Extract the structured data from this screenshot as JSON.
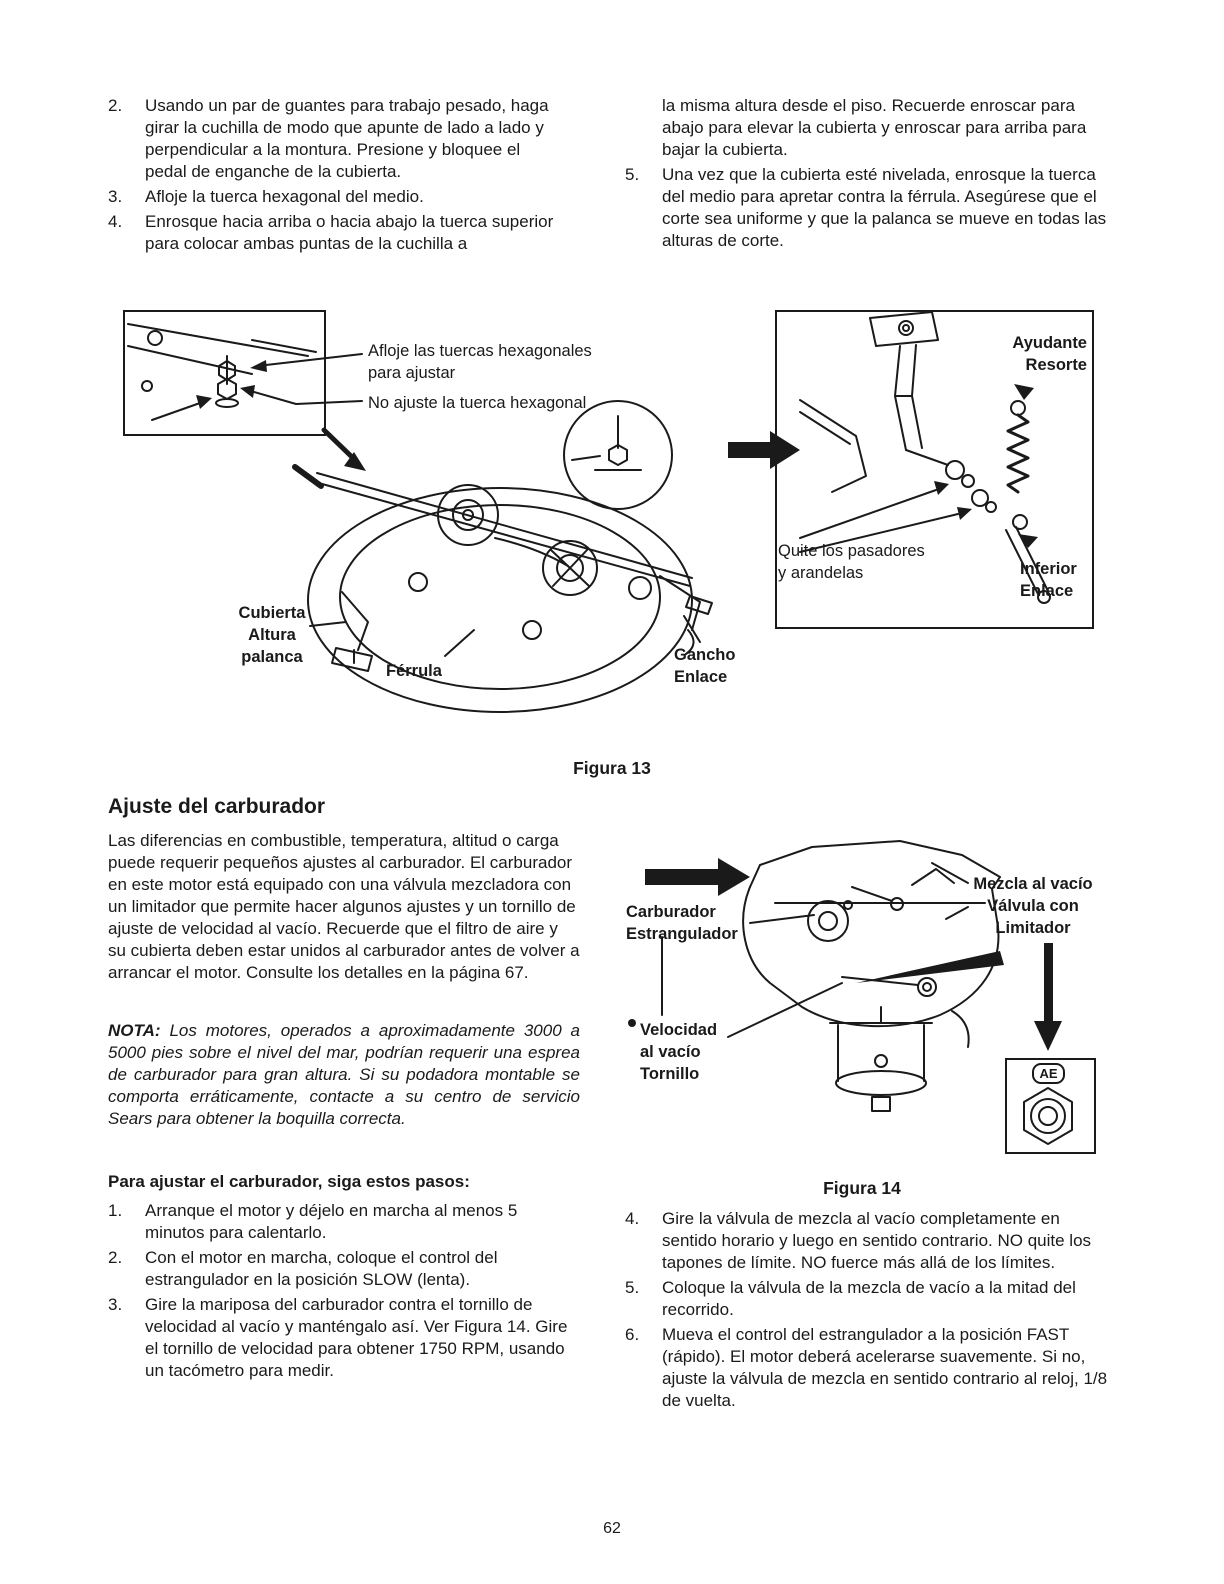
{
  "colors": {
    "ink": "#1a1a1a",
    "paper": "#ffffff"
  },
  "top": {
    "left_items": [
      {
        "num": "2.",
        "text": "Usando un par de guantes para trabajo pesado, haga girar la cuchilla de modo que apunte de lado a lado y perpendicular a la montura. Presione y bloquee el pedal de enganche de la cubierta."
      },
      {
        "num": "3.",
        "text": "Afloje la tuerca hexagonal del medio."
      },
      {
        "num": "4.",
        "text": "Enrosque hacia arriba o hacia abajo la tuerca superior para colocar ambas puntas de la cuchilla a"
      }
    ],
    "right_cont": "la misma altura desde el piso. Recuerde enroscar para abajo para elevar la cubierta y enroscar para arriba para bajar la cubierta.",
    "right_items": [
      {
        "num": "5.",
        "text": "Una vez que la cubierta esté nivelada, enrosque la tuerca del medio para apretar contra la férrula. Asegúrese que el corte sea uniforme y que la palanca se mueve en todas las alturas de corte."
      }
    ]
  },
  "fig13": {
    "caption": "Figura 13",
    "label_afloje": "Afloje las tuercas hexagonales\npara ajustar",
    "label_noajuste": "No ajuste la tuerca hexagonal",
    "label_ayudante": "Ayudante\nResorte",
    "label_quite": "Quite los pasadores\ny arandelas",
    "label_inferior": "Inferior\nEnlace",
    "label_cubierta": "Cubierta\nAltura\npalanca",
    "label_ferrula": "Férrula",
    "label_gancho": "Gancho\nEnlace"
  },
  "carb": {
    "heading": "Ajuste del carburador",
    "para1": "Las diferencias en combustible, temperatura, altitud o carga puede requerir pequeños ajustes al carburador. El carburador en este motor está equipado con una válvula mezcladora con un limitador que permite hacer algunos ajustes y un tornillo de ajuste de velocidad al vacío. Recuerde que el filtro de aire y su cubierta deben estar unidos al carburador antes de volver a arrancar el motor. Consulte los detalles en la página 67.",
    "nota_label": "NOTA:",
    "nota_text": "Los motores, operados a aproximadamente 3000 a 5000 pies sobre el nivel del mar, podrían requerir una esprea de carburador para gran altura. Si su podadora montable se comporta erráticamente, contacte a su centro de servicio Sears para obtener la boquilla correcta.",
    "steps_heading": "Para ajustar el carburador, siga estos pasos:",
    "steps_left": [
      {
        "num": "1.",
        "text": "Arranque el motor y déjelo en marcha al menos 5 minutos para calentarlo."
      },
      {
        "num": "2.",
        "text": "Con el motor en marcha, coloque el control del estrangulador en la posición SLOW (lenta)."
      },
      {
        "num": "3.",
        "text": "Gire la mariposa del carburador contra el tornillo de velocidad al vacío y manténgalo así. Ver Figura 14. Gire el tornillo de velocidad para obtener 1750 RPM, usando un tacómetro para medir."
      }
    ],
    "steps_right": [
      {
        "num": "4.",
        "text": "Gire la válvula de mezcla al vacío completamente en sentido horario y luego en sentido contrario. NO quite los tapones de límite. NO fuerce más allá de los límites."
      },
      {
        "num": "5.",
        "text": "Coloque la válvula de la mezcla de vacío a la mitad del recorrido."
      },
      {
        "num": "6.",
        "text": "Mueva el control del estrangulador a la posición FAST (rápido). El motor deberá acelerarse suavemente. Si no, ajuste la válvula de mezcla en sentido contrario al reloj, 1/8 de vuelta."
      }
    ]
  },
  "fig14": {
    "caption": "Figura 14",
    "label_carburador": "Carburador\nEstrangulador",
    "label_mezcla": "Mezcla al vacío\nVálvula con\nLimitador",
    "label_velocidad": "Velocidad\nal vacío\nTornillo",
    "label_ae": "AE"
  },
  "page_number": "62"
}
